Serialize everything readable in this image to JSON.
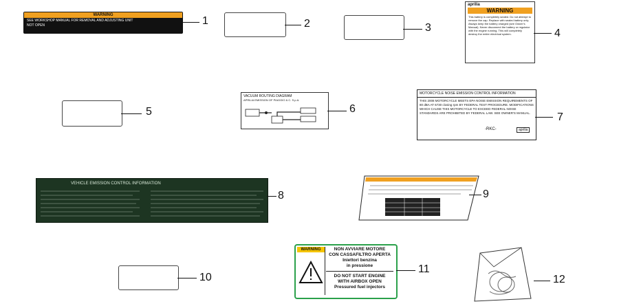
{
  "parts": [
    {
      "id": "1",
      "lines": [
        "WARNING",
        "SEE WORKSHOP MANUAL FOR REMOVAL AND ADJUSTING UNIT",
        "NOT OPEN"
      ]
    },
    {
      "id": "2"
    },
    {
      "id": "3"
    },
    {
      "id": "4",
      "brand": "aprilia",
      "header": "WARNING",
      "body": "This battery is completely sealed. Do not attempt to remove the cap. Replace with sealed battery only. Always keep the battery charged (see Owner's Manual). Never disconnect the battery or regulator with the engine running. This will completely destroy the entire electrical system."
    },
    {
      "id": "5"
    },
    {
      "id": "6",
      "title": "VACUUM ROUTING DIAGRAM",
      "sub": "APRILIA EMISSION OF PIAGGIO & C. S.p.A."
    },
    {
      "id": "7",
      "title": "MOTORCYCLE NOISE EMISSION CONTROL INFORMATION",
      "body": "THIS 2008 MOTORCYCLE MEETS EPA NOISE EMISSION REQUIREMENTS OF 80 dBA AT 6730 closing rpm BY FEDERAL TEST PROCEDURE. MODIFICATIONS WHICH CAUSE THIS MOTORCYCLE TO EXCEED FEDERAL NOISE STANDARDS ARE PROHIBITED BY FEDERAL LAW. SEE OWNER'S MANUAL.",
      "code": "-RKC-",
      "brand": "aprilia"
    },
    {
      "id": "8",
      "title": "VEHICLE EMISSION CONTROL INFORMATION"
    },
    {
      "id": "9"
    },
    {
      "id": "10"
    },
    {
      "id": "11",
      "header": "WARNING",
      "it": [
        "NON AVVIARE MOTORE",
        "CON CASSAFILTRO APERTA",
        "Iniettori benzina",
        "in pressione"
      ],
      "en": [
        "DO NOT START ENGINE",
        "WITH AIRBOX OPEN",
        "Pressured fuel injectors"
      ]
    },
    {
      "id": "12"
    }
  ]
}
